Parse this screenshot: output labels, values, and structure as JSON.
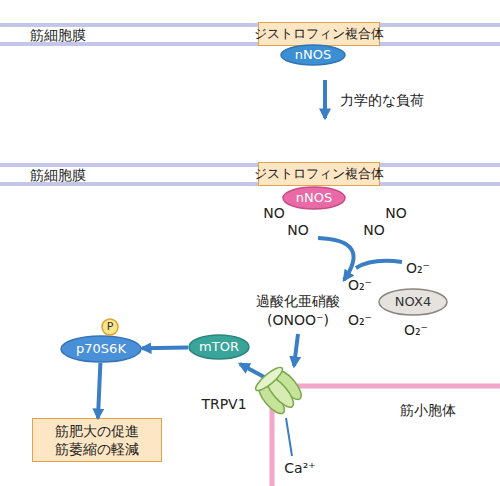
{
  "diagram": {
    "nodes": [
      {
        "text": [
          "ジストロフィン複合体"
        ]
      },
      {
        "text": [
          "nNOS"
        ]
      },
      {
        "text": [
          "ジストロフィン複合体"
        ]
      },
      {
        "text": [
          "nNOS"
        ]
      },
      {
        "text": [
          "NOX4"
        ]
      },
      {
        "text": [
          "mTOR"
        ]
      },
      {
        "text": [
          "p70S6K"
        ]
      },
      {
        "text": [
          "P"
        ]
      },
      {
        "text": [
          "筋肥大の促進 筋萎縮の軽減"
        ]
      }
    ],
    "edges": [
      {
        "from": 5,
        "to": 6,
        "arrow": "to"
      },
      {
        "from": 6,
        "to": 8,
        "arrow": "to"
      }
    ],
    "labels": [
      "筋細胞膜",
      "力学的な負荷",
      "筋細胞膜",
      "NO",
      "NO",
      "NO",
      "NO",
      "O₂⁻",
      "O₂⁻",
      "O₂⁻",
      "O₂⁻",
      "過酸化亜硝酸",
      "(ONOO⁻)",
      "TRPV1",
      "筋小胞体",
      "Ca²⁺"
    ]
  }
}
